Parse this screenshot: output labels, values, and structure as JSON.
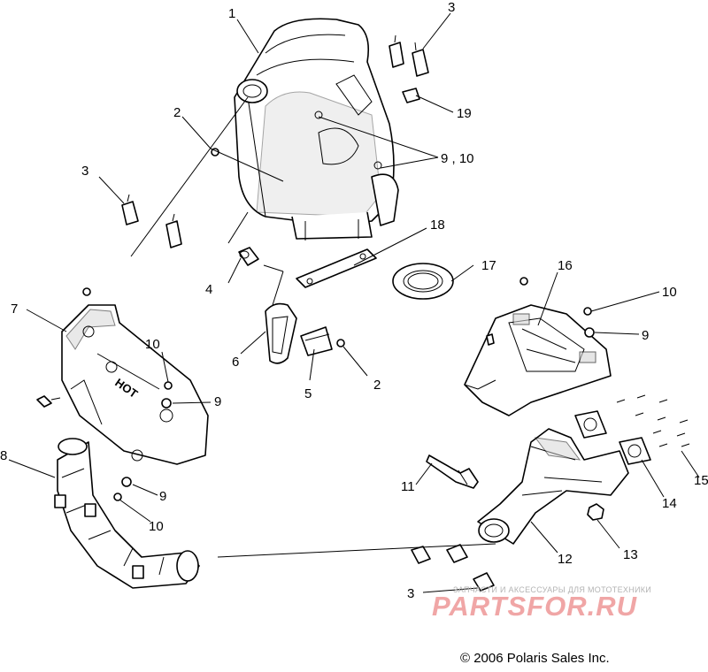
{
  "callouts": {
    "c1": "1",
    "c2a": "2",
    "c2b": "2",
    "c3a": "3",
    "c3b": "3",
    "c3c": "3",
    "c4": "4",
    "c5": "5",
    "c6": "6",
    "c7": "7",
    "c8": "8",
    "c9a": "9 , 10",
    "c9b": "9",
    "c9c": "9",
    "c9d": "9",
    "c10a": "10",
    "c10b": "10",
    "c10c": "10",
    "c11": "11",
    "c12": "12",
    "c13": "13",
    "c14": "14",
    "c15": "15",
    "c16": "16",
    "c17": "17",
    "c18": "18",
    "c19": "19"
  },
  "stamp": "HOT",
  "copyright": "© 2006 Polaris Sales Inc.",
  "watermark": {
    "tagline": "ЗАПЧАСТИ И АКСЕССУАРЫ ДЛЯ МОТОТЕХНИКИ",
    "brand": "PARTSFOR.RU"
  }
}
